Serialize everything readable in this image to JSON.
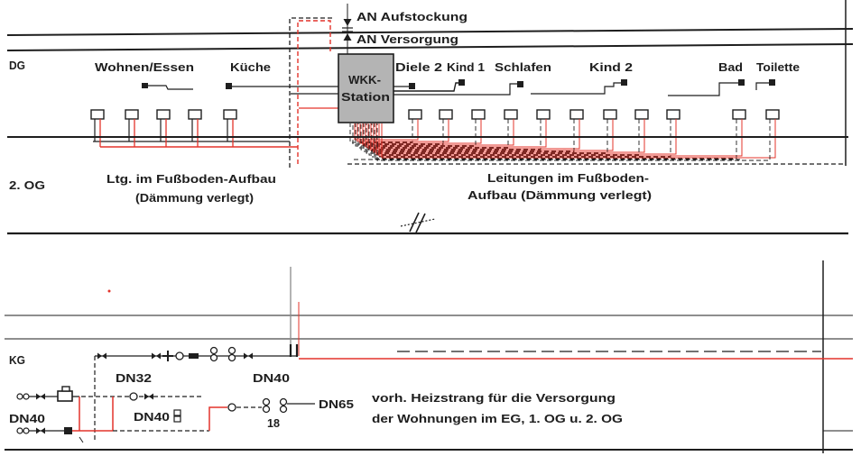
{
  "annotations": {
    "aufstockung": "AN Aufstockung",
    "versorgung": "AN Versorgung"
  },
  "floors": {
    "dg": "DG",
    "og2": "2. OG",
    "kg": "KG"
  },
  "station": {
    "line1": "WKK-",
    "line2": "Station"
  },
  "rooms": {
    "wohnen_essen": "Wohnen/Essen",
    "kueche": "Küche",
    "diele": "Diele 2",
    "kind1": "Kind 1",
    "schlafen": "Schlafen",
    "kind2": "Kind 2",
    "bad": "Bad",
    "toilette": "Toilette"
  },
  "notes": {
    "dg_left": [
      "Ltg. im Fußboden-Aufbau",
      "(Dämmung verlegt)"
    ],
    "dg_right": [
      "Leitungen im Fußboden-",
      "Aufbau (Dämmung verlegt)"
    ],
    "kg": [
      "vorh. Heizstrang für die Versorgung",
      "der Wohnungen im EG, 1. OG u. 2. OG"
    ]
  },
  "pipe_labels": {
    "dn32": "DN32",
    "dn40_riser": "DN40",
    "dn40_left": "DN40",
    "dn40_mid": "DN40",
    "dn65": "DN65",
    "pos18": "18"
  },
  "colors": {
    "ink": "#1e1e1e",
    "heating_pipe": "#e3342b",
    "station_fill": "#b4b4b4",
    "riser": "#8a8a8a"
  }
}
